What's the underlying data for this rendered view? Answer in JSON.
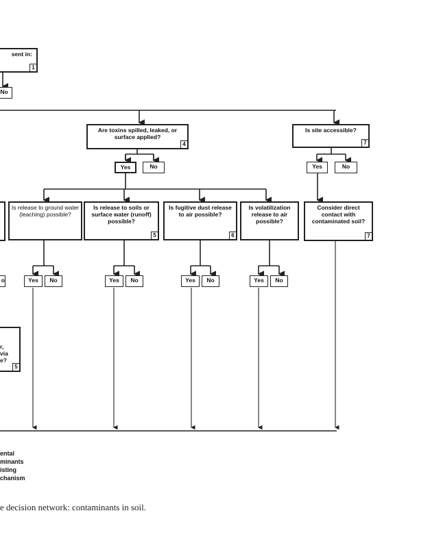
{
  "nodes": {
    "n1": {
      "text": "sent in:",
      "num": "1"
    },
    "n1_no": "No",
    "n4": {
      "text": "Are toxins spilled, leaked, or surface applied?",
      "num": "4"
    },
    "n7": {
      "text": "Is site accessible?",
      "num": "7"
    },
    "leach": {
      "text": "Is release to ground water (leaching) possible?"
    },
    "runoff": {
      "text": "Is release to soils or surface water (runoff) possible?",
      "num": "5"
    },
    "dust": {
      "text": "Is fugitive dust release to air possible?",
      "num": "6"
    },
    "volat": {
      "text": "Is volatilization release to air possible?"
    },
    "contact": {
      "text": "Consider direct contact with contaminated soil?",
      "num": "7"
    },
    "left_lower": {
      "text": "r, via e?",
      "num": "5"
    },
    "left_no": "o"
  },
  "yes": "Yes",
  "no": "No",
  "legend": [
    "ental",
    "minants",
    "isting",
    "chanism"
  ],
  "caption": "e decision network: contaminants in soil."
}
